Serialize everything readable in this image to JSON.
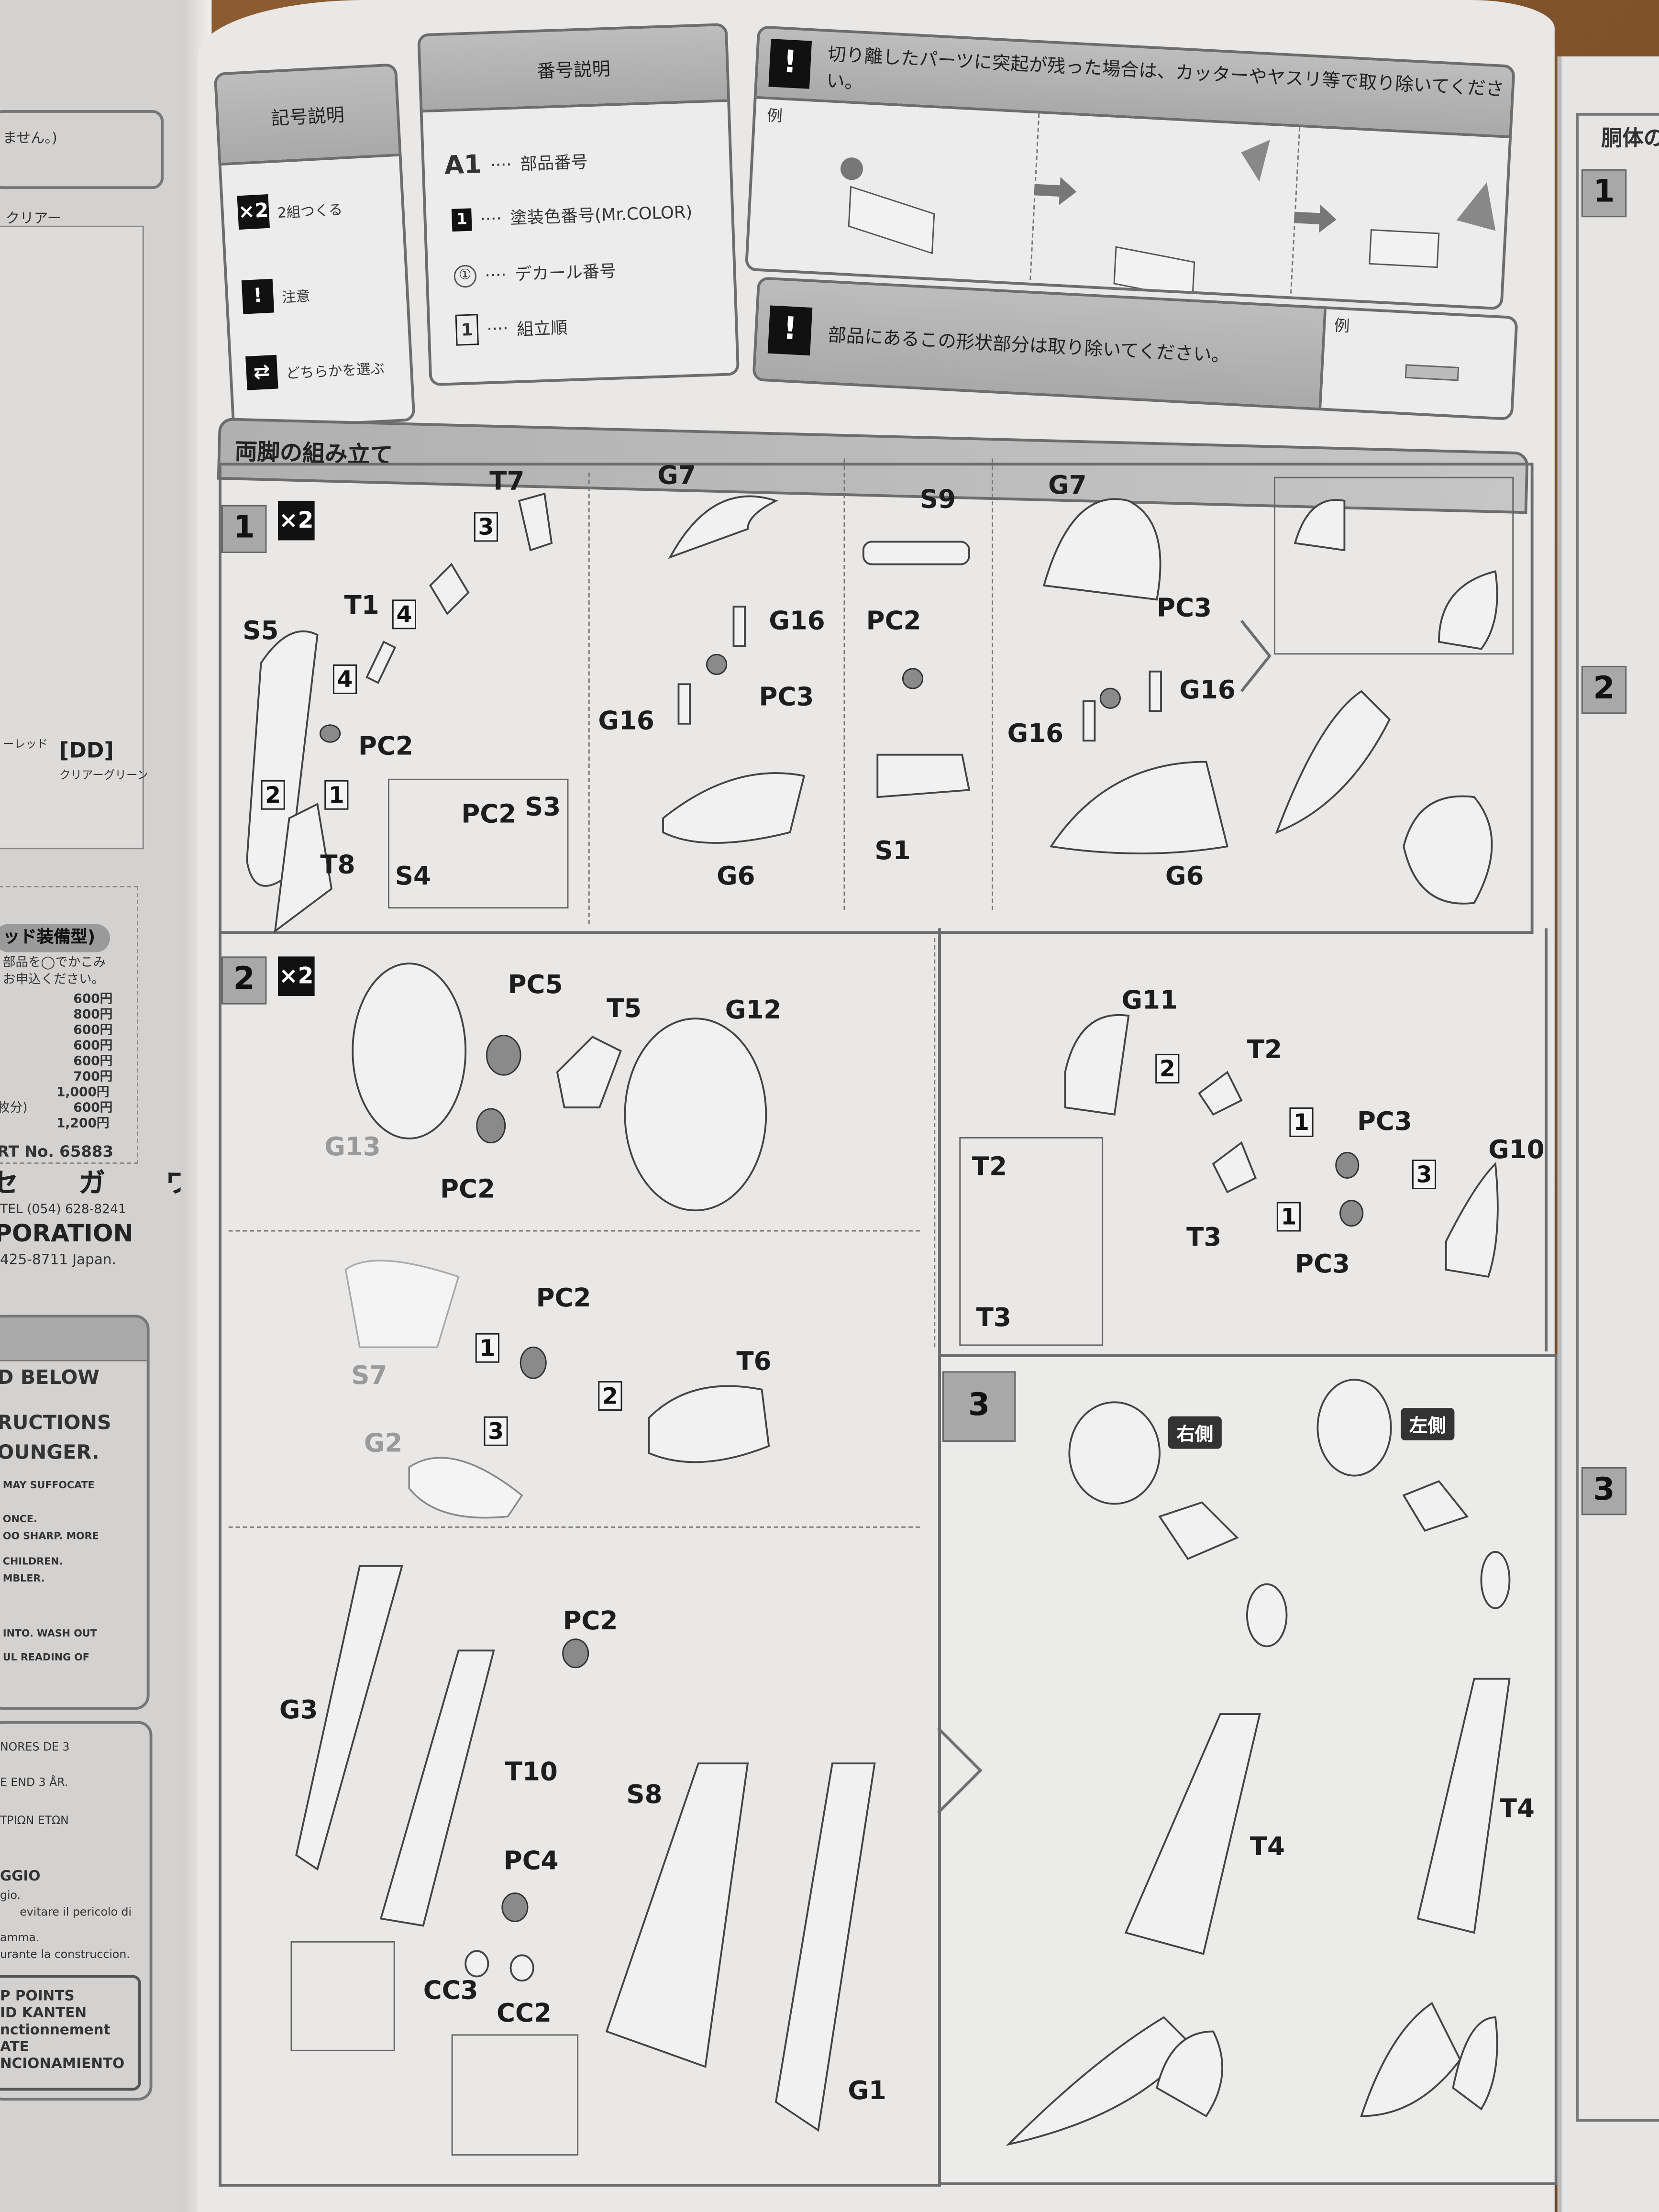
{
  "symbols_box": {
    "title": "記号説明",
    "items": [
      {
        "icon": "x2-icon",
        "glyph": "×2",
        "label": "2組つくる"
      },
      {
        "icon": "caution-icon",
        "glyph": "!",
        "label": "注意"
      },
      {
        "icon": "choose-arrows-icon",
        "glyph": "⇄",
        "label": "どちらかを選ぶ"
      }
    ]
  },
  "numbers_box": {
    "title": "番号説明",
    "items": [
      {
        "key": "A1",
        "label": "部品番号"
      },
      {
        "key": "1",
        "label": "塗装色番号(Mr.COLOR)"
      },
      {
        "key": "①",
        "label": "デカール番号"
      },
      {
        "key": "1",
        "label": "組立順"
      }
    ],
    "dots": "····"
  },
  "tip_burrs": {
    "text": "切り離したパーツに突起が残った場合は、カッターやヤスリ等で取り除いてください。",
    "example": "例"
  },
  "tip_remove": {
    "text": "部品にあるこの形状部分は取り除いてください。",
    "example": "例"
  },
  "section": {
    "title": "両脚の組み立て"
  },
  "step1": {
    "number": "1",
    "multiplier": "×2",
    "labels": [
      "T7",
      "T1",
      "S5",
      "PC2",
      "T8",
      "S4",
      "PC2",
      "S3",
      "G7",
      "G16",
      "PC3",
      "G16",
      "G6",
      "S9",
      "PC2",
      "S1",
      "G7",
      "PC3",
      "G16",
      "G16",
      "G6"
    ],
    "order_marks": [
      "3",
      "4",
      "4",
      "2",
      "1"
    ]
  },
  "step2": {
    "number": "2",
    "multiplier": "×2",
    "labels": [
      "PC5",
      "T5",
      "G12",
      "G13",
      "PC2",
      "PC2",
      "T6",
      "S7",
      "G2",
      "PC2",
      "G3",
      "T10",
      "S8",
      "PC4",
      "CC3",
      "CC2",
      "G1",
      "G11",
      "T2",
      "PC3",
      "G10",
      "T2",
      "T3",
      "PC3",
      "T3"
    ],
    "order_marks": [
      "1",
      "2",
      "3",
      "2",
      "1",
      "3",
      "1"
    ]
  },
  "step3": {
    "number": "3",
    "right_side": "右側",
    "left_side": "左側",
    "labels": [
      "T4",
      "T4"
    ]
  },
  "left_page": {
    "top_note": "ません。)",
    "clear": "クリアー",
    "sprue_code": "[DD]",
    "clear_green": "クリアーグリーン",
    "red_label": "ーレッド",
    "order_title": "ッド装備型)",
    "order_line1": "部品を◯でかこみ",
    "order_line2": "お申込ください。",
    "prices": [
      "600円",
      "800円",
      "600円",
      "600円",
      "600円",
      "700円",
      "1,000円",
      "600円",
      "1,200円"
    ],
    "price_suffix_note": "枚分)",
    "part_no_label": "RT No.",
    "part_no": "65883",
    "brand_kana": "セ ガ ワ",
    "tel": "TEL (054) 628-8241",
    "corp": "PORATION",
    "address": "425-8711 Japan.",
    "warn_lines": [
      "D  BELOW",
      "RUCTIONS",
      "OUNGER.",
      "MAY SUFFOCATE",
      "ONCE.",
      "OO SHARP. MORE",
      "CHILDREN.",
      "MBLER.",
      "INTO. WASH  OUT",
      "UL READING OF"
    ],
    "multi_lines": [
      "NORES DE 3",
      "E END 3 ÅR.",
      "ΤΡΙΩΝ  ΕΤΩΝ",
      "GGIO",
      "gio.",
      "evitare il pericolo di",
      "amma.",
      "urante la construccion."
    ],
    "sharp_lines": [
      "P   POINTS",
      "ID  KANTEN",
      "nctionnement",
      "ATE",
      "NCIONAMIENTO"
    ]
  },
  "right_page": {
    "title": "胴体の",
    "steps": [
      "1",
      "2",
      "3"
    ]
  }
}
